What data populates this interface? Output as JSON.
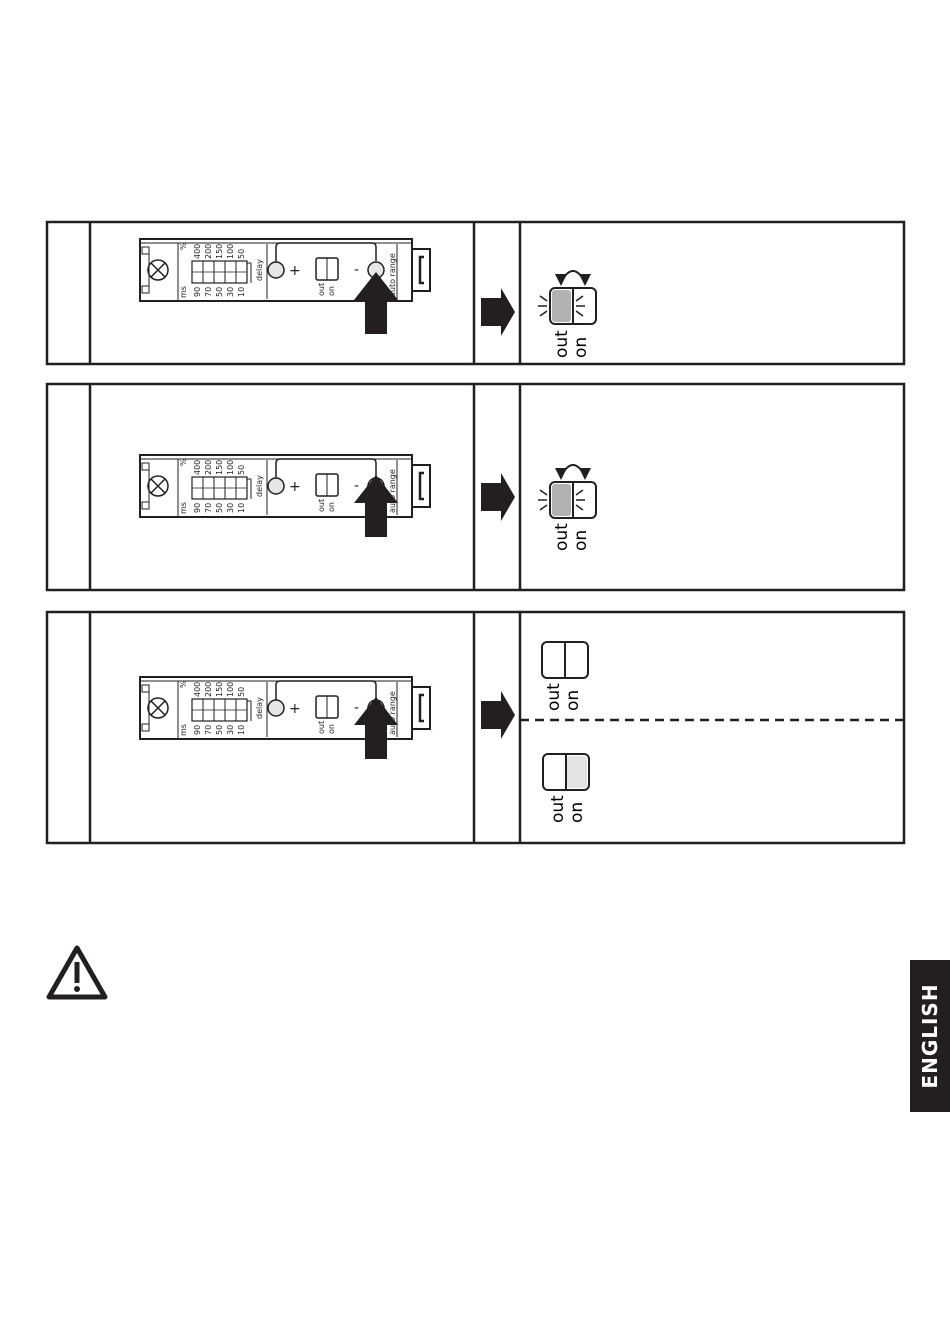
{
  "device": {
    "unit_pct": "%",
    "unit_ms": "ms",
    "pct_values": [
      "400",
      "200",
      "150",
      "100",
      "50"
    ],
    "ms_values": [
      "90",
      "70",
      "50",
      "30",
      "10"
    ],
    "delay_label": "delay",
    "plus_label": "+",
    "minus_label": "-",
    "out_label": "out",
    "on_label": "on",
    "auto_range_label": "auto range",
    "end_bracket": "["
  },
  "steps": [
    {
      "result": "toggle",
      "out_label": "out",
      "on_label": "on"
    },
    {
      "result": "toggle",
      "out_label": "out",
      "on_label": "on"
    },
    {
      "result": "split",
      "states": [
        {
          "out_label": "out",
          "on_label": "on"
        },
        {
          "out_label": "out",
          "on_label": "on"
        }
      ]
    }
  ],
  "colors": {
    "line": "#231f20",
    "led_grey": "#b2b2b2",
    "led_light": "#e3e3e3",
    "tab_bg": "#231f20"
  },
  "icons": {
    "warning": "warning-triangle-icon",
    "arrow": "arrow-right-icon",
    "press": "arrow-up-icon"
  },
  "language_tab": "ENGLISH"
}
